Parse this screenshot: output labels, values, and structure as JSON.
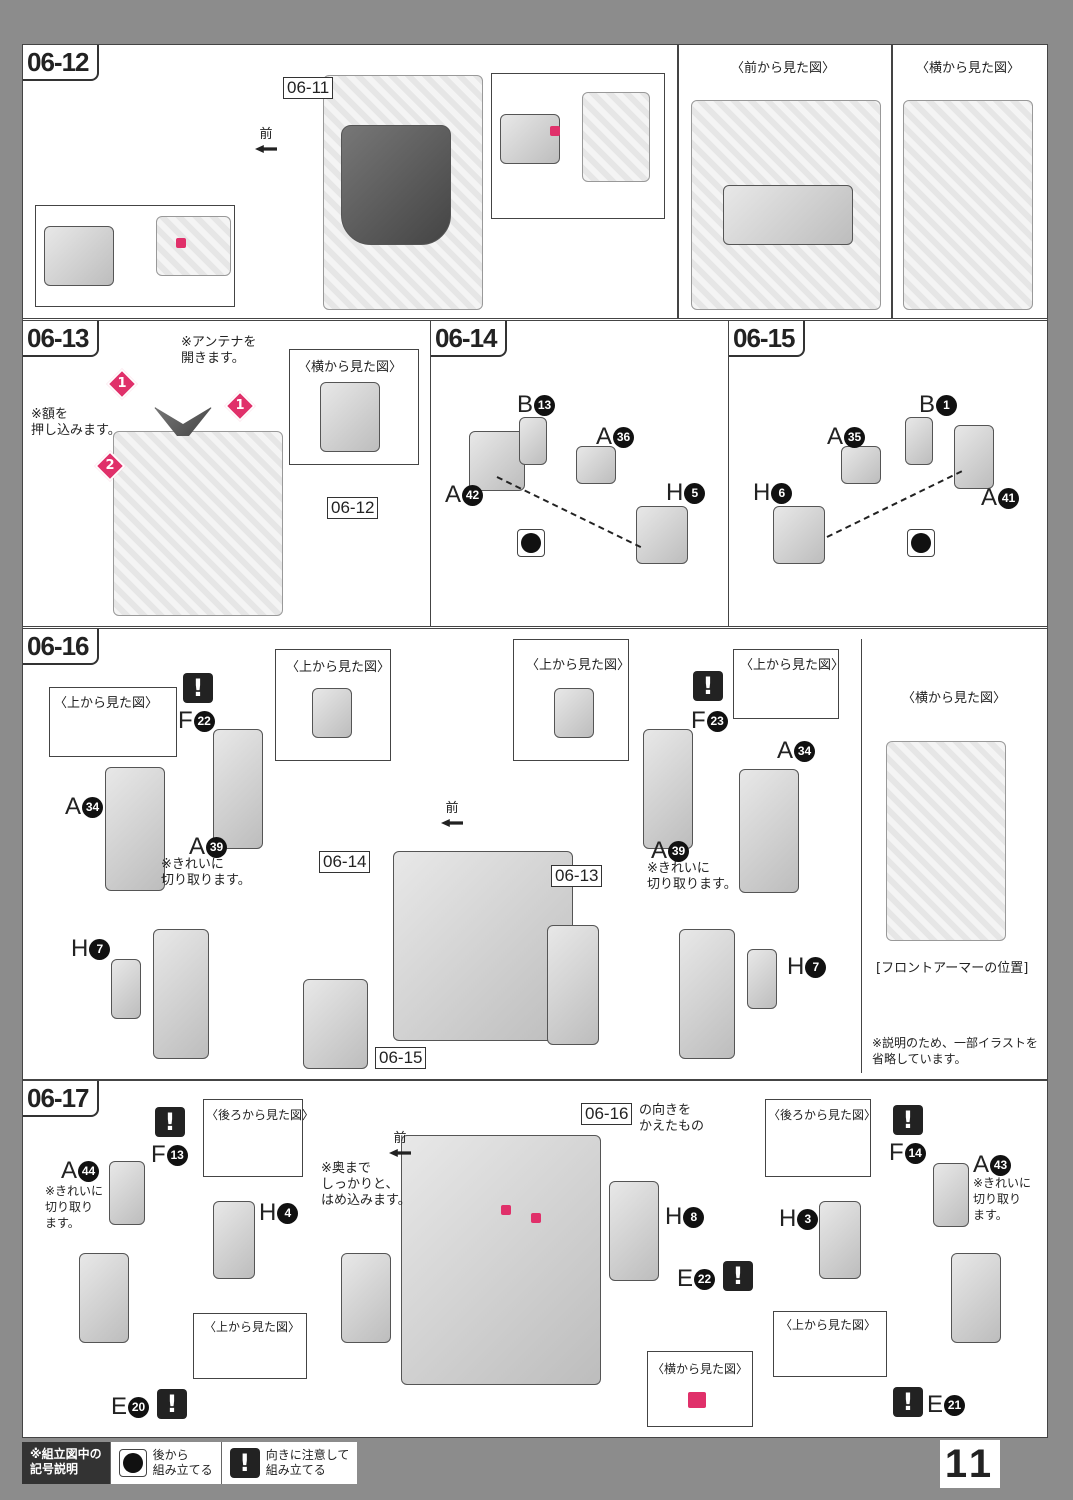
{
  "s12": {
    "step": "06-12",
    "ref": "06-11",
    "front": "前",
    "view_front": "〈前から見た図〉",
    "view_side": "〈横から見た図〉"
  },
  "s13": {
    "step": "06-13",
    "note_antenna": "※アンテナを\n開きます。",
    "note_forehead": "※額を\n押し込みます。",
    "view_side": "〈横から見た図〉",
    "ref": "06-12",
    "markers": [
      "1",
      "1",
      "2"
    ]
  },
  "s14": {
    "step": "06-14",
    "parts": [
      {
        "l": "B",
        "n": "13"
      },
      {
        "l": "A",
        "n": "36"
      },
      {
        "l": "A",
        "n": "42"
      },
      {
        "l": "H",
        "n": "5"
      }
    ]
  },
  "s15": {
    "step": "06-15",
    "parts": [
      {
        "l": "B",
        "n": "1"
      },
      {
        "l": "A",
        "n": "35"
      },
      {
        "l": "H",
        "n": "6"
      },
      {
        "l": "A",
        "n": "41"
      }
    ]
  },
  "s16": {
    "step": "06-16",
    "view_top": "〈上から見た図〉",
    "front": "前",
    "refs": [
      "06-14",
      "06-13",
      "06-15"
    ],
    "left": {
      "parts": [
        {
          "l": "F",
          "n": "22"
        },
        {
          "l": "A",
          "n": "34"
        },
        {
          "l": "A",
          "n": "39"
        },
        {
          "l": "H",
          "n": "7"
        }
      ],
      "note": "※きれいに\n切り取ります。"
    },
    "right": {
      "parts": [
        {
          "l": "F",
          "n": "23"
        },
        {
          "l": "A",
          "n": "34"
        },
        {
          "l": "A",
          "n": "39"
        },
        {
          "l": "H",
          "n": "7"
        }
      ],
      "note": "※きれいに\n切り取ります。"
    },
    "view_side": "〈横から見た図〉",
    "caption": "[フロントアーマーの位置]",
    "footnote": "※説明のため、一部イラストを\n省略しています。"
  },
  "s17": {
    "step": "06-17",
    "view_back": "〈後ろから見た図〉",
    "view_top": "〈上から見た図〉",
    "view_side": "〈横から見た図〉",
    "front": "前",
    "note_deep": "※奥まで\nしっかりと、\nはめ込みます。",
    "ref": "06-16",
    "ref_note": "の向きを\nかえたもの",
    "left": {
      "parts": [
        {
          "l": "A",
          "n": "44"
        },
        {
          "l": "F",
          "n": "13"
        },
        {
          "l": "H",
          "n": "4"
        },
        {
          "l": "E",
          "n": "20"
        }
      ],
      "note": "※きれいに\n切り取り\nます。"
    },
    "center": {
      "parts": [
        {
          "l": "H",
          "n": "8"
        },
        {
          "l": "E",
          "n": "22"
        }
      ]
    },
    "right": {
      "parts": [
        {
          "l": "F",
          "n": "14"
        },
        {
          "l": "A",
          "n": "43"
        },
        {
          "l": "H",
          "n": "3"
        },
        {
          "l": "E",
          "n": "21"
        }
      ],
      "note": "※きれいに\n切り取り\nます。"
    }
  },
  "legend": {
    "title": "※組立図中の\n記号説明",
    "back_assemble": "後から\n組み立てる",
    "orientation": "向きに注意して\n組み立てる",
    "warn_glyph": "!"
  },
  "page_number": "11",
  "colors": {
    "accent": "#e0306a",
    "background": "#8c8c8c"
  }
}
